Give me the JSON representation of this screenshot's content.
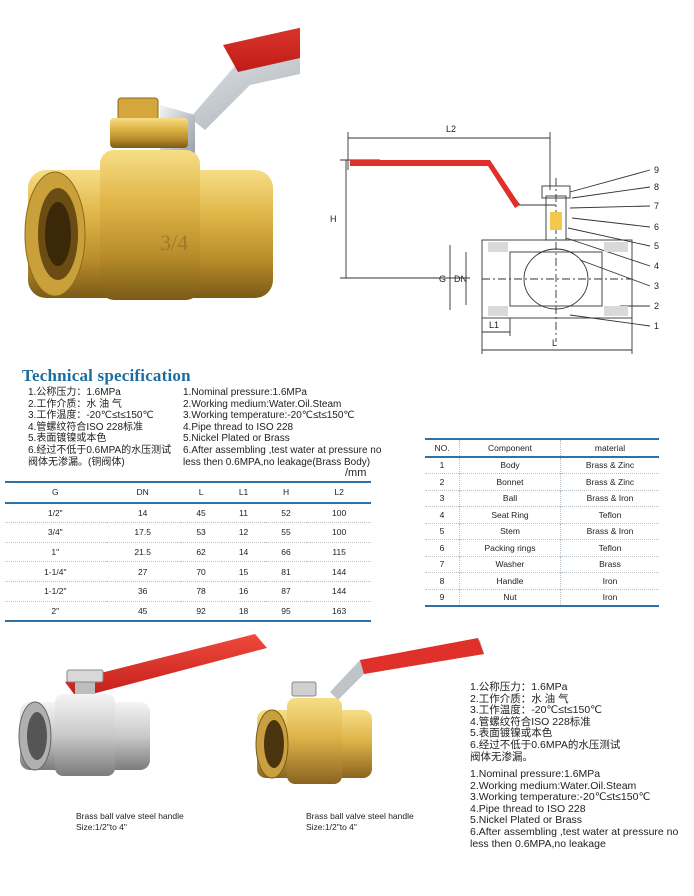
{
  "spec_title": "Technical specification",
  "spec_cn": [
    "1.公称压力：1.6MPa",
    "2.工作介质：水 油 气",
    "3.工作温度：-20℃≤t≤150℃",
    "4.管螺纹符合ISO 228标准",
    "5.表面镀镍或本色",
    "6.经过不低于0.6MPA的水压测试",
    "   阀体无渗漏。(铜阀体)"
  ],
  "spec_en": [
    "1.Nominal pressure:1.6MPa",
    "2.Working medium:Water.Oil.Steam",
    "3.Working temperature:-20℃≤t≤150℃",
    "4.Pipe thread to ISO 228",
    "5.Nickel Plated or Brass",
    "6.After assembling ,test water at pressure no",
    "   less then 0.6MPA,no leakage(Brass  Body)"
  ],
  "unit": "/mm",
  "dim_table": {
    "headers": [
      "G",
      "DN",
      "L",
      "L1",
      "H",
      "L2"
    ],
    "rows": [
      [
        "1/2\"",
        "14",
        "45",
        "11",
        "52",
        "100"
      ],
      [
        "3/4\"",
        "17.5",
        "53",
        "12",
        "55",
        "100"
      ],
      [
        "1\"",
        "21.5",
        "62",
        "14",
        "66",
        "115"
      ],
      [
        "1-1/4\"",
        "27",
        "70",
        "15",
        "81",
        "144"
      ],
      [
        "1-1/2\"",
        "36",
        "78",
        "16",
        "87",
        "144"
      ],
      [
        "2\"",
        "45",
        "92",
        "18",
        "95",
        "163"
      ]
    ]
  },
  "comp_table": {
    "headers": [
      "NO.",
      "Component",
      "material"
    ],
    "rows": [
      [
        "1",
        "Body",
        "Brass & Zinc"
      ],
      [
        "2",
        "Bonnet",
        "Brass & Zinc"
      ],
      [
        "3",
        "Ball",
        "Brass & Iron"
      ],
      [
        "4",
        "Seat Ring",
        "Teflon"
      ],
      [
        "5",
        "Stem",
        "Brass & Iron"
      ],
      [
        "6",
        "Packing rings",
        "Teflon"
      ],
      [
        "7",
        "Washer",
        "Brass"
      ],
      [
        "8",
        "Handle",
        "Iron"
      ],
      [
        "9",
        "Nut",
        "Iron"
      ]
    ]
  },
  "diagram": {
    "l2": "L2",
    "h": "H",
    "g": "G",
    "dn": "DN",
    "l1": "L1",
    "l": "L",
    "numbers": [
      "9",
      "8",
      "7",
      "6",
      "5",
      "4",
      "3",
      "2",
      "1"
    ]
  },
  "caption_left": {
    "line1": "Brass ball valve steel handle",
    "line2": "Size:1/2\"to 4\""
  },
  "caption_right": {
    "line1": "Brass ball valve steel handle",
    "line2": "Size:1/2\"to 4\""
  },
  "spec2_cn": [
    "1.公称压力：1.6MPa",
    "2.工作介质：水 油 气",
    "3.工作温度：-20℃≤t≤150℃",
    "4.管螺纹符合ISO 228标准",
    "5.表面镀镍或本色",
    "6.经过不低于0.6MPA的水压测试",
    "   阀体无渗漏。"
  ],
  "spec2_en": [
    "1.Nominal pressure:1.6MPa",
    "2.Working medium:Water.Oil.Steam",
    "3.Working temperature:-20℃≤t≤150℃",
    "4.Pipe thread to ISO 228",
    "5.Nickel Plated or Brass",
    "6.After assembling ,test water at pressure no",
    "   less then 0.6MPA,no leakage"
  ],
  "colors": {
    "title": "#1c6d9f",
    "rule": "#2e70a8",
    "handle": "#e0302a",
    "brass": "#d9b44a",
    "nickel": "#c8c8c8"
  }
}
